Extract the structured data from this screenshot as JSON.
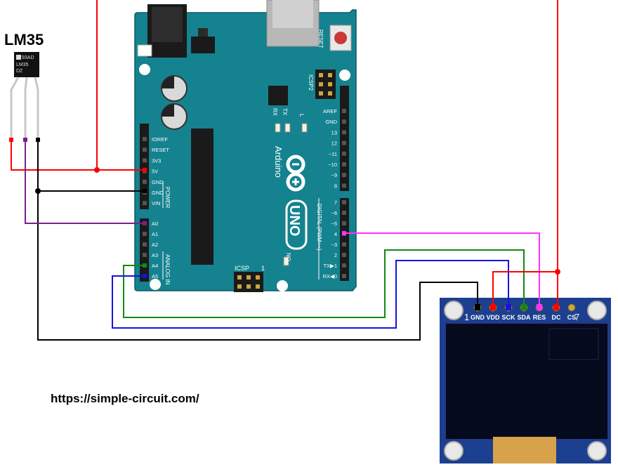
{
  "sensor": {
    "title": "LM35",
    "logo_text": "93AD",
    "body_lines": [
      "LM35",
      "DZ"
    ]
  },
  "website": "https://simple-circuit.com/",
  "arduino": {
    "brand": "Arduino",
    "model": "UNO",
    "reset_label": "RESET",
    "icsp2_label": "ICSP2",
    "icsp_label": "ICSP",
    "icsp_pin": "1",
    "led_tx": "TX",
    "led_rx": "RX",
    "led_l": "L",
    "led_on": "ON",
    "power_header_label": "POWER",
    "analog_header_label": "ANALOG IN",
    "digital_header_label": "DIGITAL (PWM=~)",
    "power_pins": [
      "IOREF",
      "RESET",
      "3V3",
      "5V",
      "GND",
      "GND",
      "VIN"
    ],
    "analog_pins": [
      "A0",
      "A1",
      "A2",
      "A3",
      "A4",
      "A5"
    ],
    "digital_top_pins": [
      "AREF",
      "GND",
      "13",
      "12",
      "~11",
      "~10",
      "~9",
      "8"
    ],
    "digital_bottom_pins": [
      "7",
      "~6",
      "~5",
      "4",
      "~3",
      "2",
      "TX▶1",
      "RX◀0"
    ]
  },
  "oled": {
    "pin_labels": [
      "GND",
      "VDD",
      "SCK",
      "SDA",
      "RES",
      "DC",
      "CS"
    ],
    "pin_start_num": "1",
    "pin_end_num": "7"
  },
  "colors": {
    "board": "#15828f",
    "board_dark": "#0e6470",
    "oled_pcb": "#1c3f8f",
    "oled_screen": "#050a1c",
    "wire_red": "#ff0000",
    "wire_black": "#000000",
    "wire_purple": "#7a1f8e",
    "wire_green": "#128a12",
    "wire_blue": "#1414e0",
    "wire_magenta": "#ff33ff"
  }
}
